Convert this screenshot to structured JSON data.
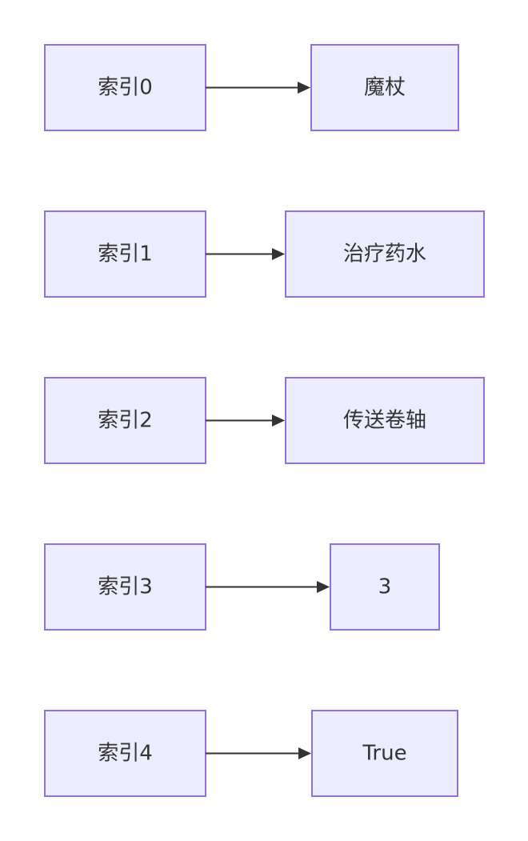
{
  "diagram": {
    "rows": [
      {
        "index_label": "索引0",
        "value_label": "魔杖"
      },
      {
        "index_label": "索引1",
        "value_label": "治疗药水"
      },
      {
        "index_label": "索引2",
        "value_label": "传送卷轴"
      },
      {
        "index_label": "索引3",
        "value_label": "3"
      },
      {
        "index_label": "索引4",
        "value_label": "True"
      }
    ],
    "colors": {
      "node_fill": "#ececff",
      "node_stroke": "#9370db",
      "edge": "#333333",
      "text": "#333333"
    }
  }
}
